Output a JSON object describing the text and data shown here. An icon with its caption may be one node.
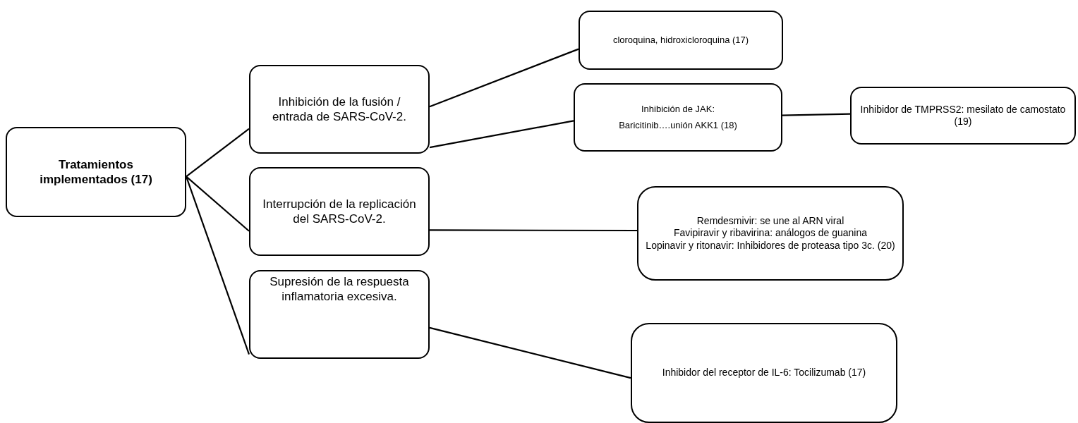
{
  "diagram": {
    "nodes": [
      {
        "text": [
          "Tratamientos implementados  (17)"
        ]
      },
      {
        "text": [
          "Inhibición de la fusión / entrada de SARS-CoV-2."
        ]
      },
      {
        "text": [
          "Interrupción de la replicación del SARS-CoV-2."
        ]
      },
      {
        "text": [
          "Supresión de la respuesta inflamatoria excesiva."
        ]
      },
      {
        "text": [
          "cloroquina, hidroxicloroquina  (17)"
        ]
      },
      {
        "text": [
          "Inhibición de JAK:",
          "Baricitinib….unión  AKK1  (18)"
        ]
      },
      {
        "text": [
          "Inhibidor de TMPRSS2: mesilato de camostato (19)"
        ]
      },
      {
        "text": [
          "Remdesmivir: se une al ARN viral",
          "Favipiravir y ribavirina: análogos de guanina",
          "Lopinavir y ritonavir: Inhibidores de proteasa tipo 3c.   (20)"
        ]
      },
      {
        "text": [
          "Inhibidor del receptor de IL-6: Tocilizumab  (17)"
        ]
      }
    ],
    "edges": [
      {
        "from": 0,
        "to": 1,
        "arrow": "none"
      },
      {
        "from": 0,
        "to": 2,
        "arrow": "none"
      },
      {
        "from": 0,
        "to": 3,
        "arrow": "none"
      },
      {
        "from": 1,
        "to": 4,
        "arrow": "none"
      },
      {
        "from": 1,
        "to": 5,
        "arrow": "none"
      },
      {
        "from": 5,
        "to": 6,
        "arrow": "none"
      },
      {
        "from": 2,
        "to": 7,
        "arrow": "none"
      },
      {
        "from": 3,
        "to": 8,
        "arrow": "none"
      }
    ]
  }
}
